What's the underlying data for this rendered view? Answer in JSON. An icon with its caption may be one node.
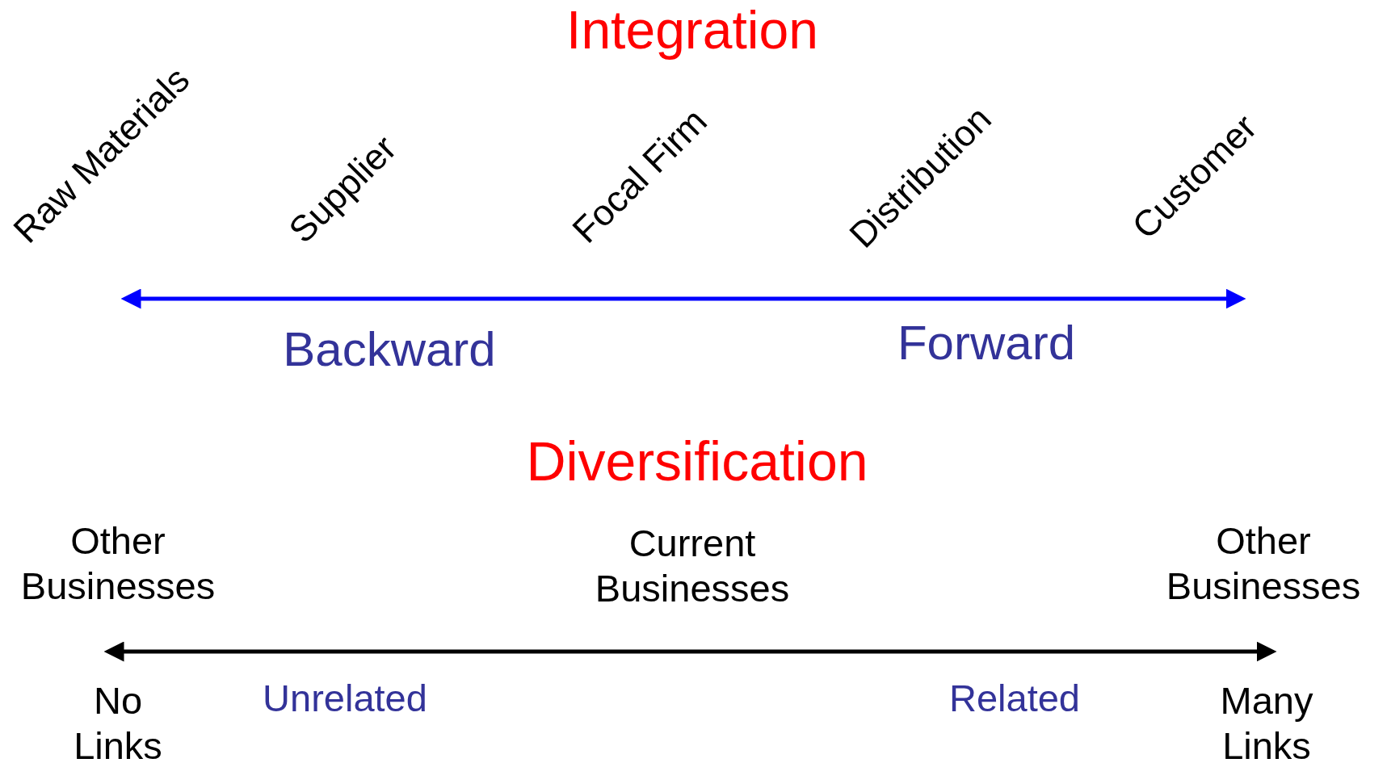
{
  "diagram": {
    "labels": [
      "Integration",
      "Raw Materials",
      "Supplier",
      "Focal Firm",
      "Distribution",
      "Customer",
      "Backward",
      "Forward",
      "Diversification",
      "Other Businesses",
      "Current Businesses",
      "Other Businesses",
      "No Links",
      "Unrelated",
      "Related",
      "Many Links"
    ]
  }
}
